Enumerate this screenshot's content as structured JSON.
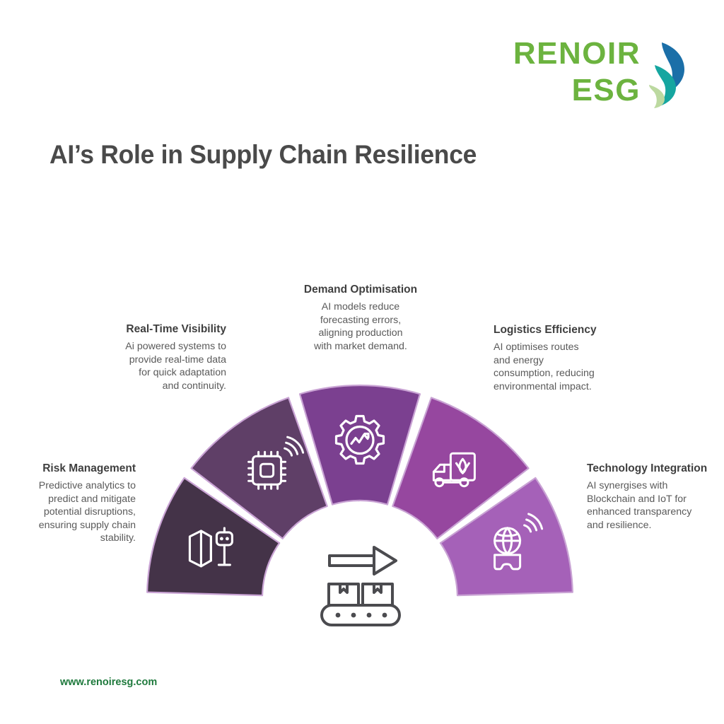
{
  "brand": {
    "logo_line1": "RENOIR",
    "logo_line2": "ESG",
    "logo_color": "#6cb33f",
    "mark_colors": [
      "#1b6fa8",
      "#16a6a0",
      "#bcd9a0"
    ],
    "website": "www.renoiresg.com",
    "website_color": "#1f7a3d"
  },
  "header": {
    "title": "AI’s Role in Supply Chain Resilience",
    "title_color": "#4a4a4a"
  },
  "diagram": {
    "type": "semicircular-segmented-arc",
    "center_icon_name": "conveyor-belt-arrow-icon",
    "center_icon_color": "#4b4b4f",
    "segment_count": 5,
    "segments": [
      {
        "id": "risk-management",
        "title": "Risk Management",
        "body": "Predictive analytics to\npredict and mitigate\npotential disruptions,\nensuring supply chain\nstability.",
        "color": "#443348",
        "icon": "map-robot-icon",
        "label_align": "right"
      },
      {
        "id": "real-time-visibility",
        "title": "Real-Time\nVisibility",
        "body": "Ai powered systems to\nprovide real-time data\nfor quick adaptation\nand continuity.",
        "color": "#5f3f67",
        "icon": "microchip-signal-icon",
        "label_align": "right"
      },
      {
        "id": "demand-optimisation",
        "title": "Demand\nOptimisation",
        "body": "AI models reduce\nforecasting errors,\naligning production\nwith market demand.",
        "color": "#7b4090",
        "icon": "gear-analytics-icon",
        "label_align": "center"
      },
      {
        "id": "logistics-efficiency",
        "title": "Logistics\nEfficiency",
        "body": "AI optimises routes\nand energy\nconsumption, reducing\nenvironmental impact.",
        "color": "#96479f",
        "icon": "eco-delivery-truck-icon",
        "label_align": "left"
      },
      {
        "id": "technology-integration",
        "title": "Technology\nIntegration",
        "body": "AI synergises with\nBlockchain and IoT for\nenhanced transparency\nand resilience.",
        "color": "#a561b8",
        "icon": "globe-iot-signal-icon",
        "label_align": "left"
      }
    ]
  }
}
